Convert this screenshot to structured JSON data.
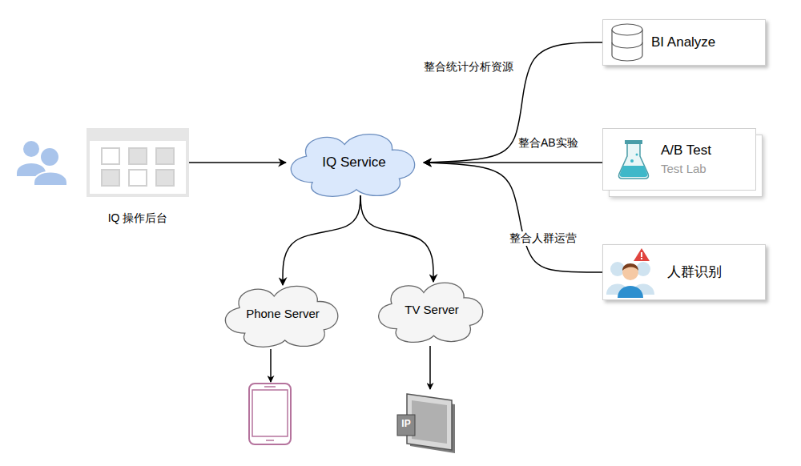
{
  "diagram": {
    "nodes": [
      {
        "text": [
          "IQ 操作后台"
        ]
      },
      {
        "text": [
          "IQ Service"
        ]
      },
      {
        "text": [
          "BI Analyze"
        ]
      },
      {
        "text": [
          "A/B Test",
          "Test Lab"
        ]
      },
      {
        "text": [
          "人群识别"
        ]
      },
      {
        "text": [
          "Phone Server"
        ]
      },
      {
        "text": [
          "TV Server"
        ]
      }
    ],
    "edges": [
      {
        "from": 0,
        "to": 1,
        "arrow": "to"
      },
      {
        "from": 2,
        "to": 1,
        "label": "整合统计分析资源",
        "arrow": "to"
      },
      {
        "from": 3,
        "to": 1,
        "label": "整合AB实验",
        "arrow": "to"
      },
      {
        "from": 4,
        "to": 1,
        "label": "整合人群运营",
        "arrow": "to"
      },
      {
        "from": 1,
        "to": 5,
        "arrow": "to"
      },
      {
        "from": 1,
        "to": 6,
        "arrow": "to"
      }
    ],
    "labels": [
      "IP"
    ]
  }
}
